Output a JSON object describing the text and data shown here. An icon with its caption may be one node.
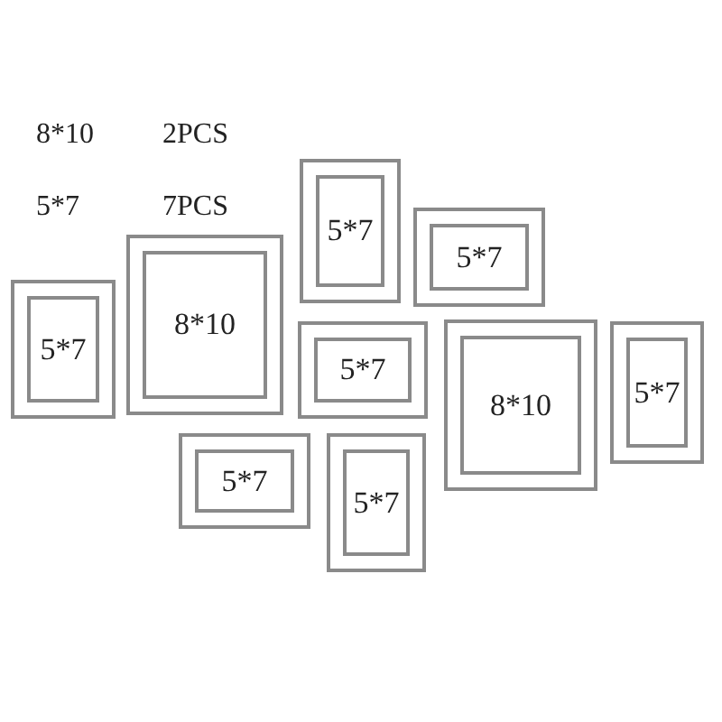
{
  "diagram": {
    "nodes": [
      {
        "text": [
          "5*7"
        ]
      },
      {
        "text": [
          "5*7"
        ]
      },
      {
        "text": [
          "8*10"
        ]
      },
      {
        "text": [
          "5*7"
        ]
      },
      {
        "text": [
          "5*7"
        ]
      },
      {
        "text": [
          "8*10"
        ]
      },
      {
        "text": [
          "5*7"
        ]
      },
      {
        "text": [
          "5*7"
        ]
      },
      {
        "text": [
          "5*7"
        ]
      }
    ],
    "labels": [
      "8*10",
      "2PCS",
      "5*7",
      "7PCS"
    ]
  }
}
